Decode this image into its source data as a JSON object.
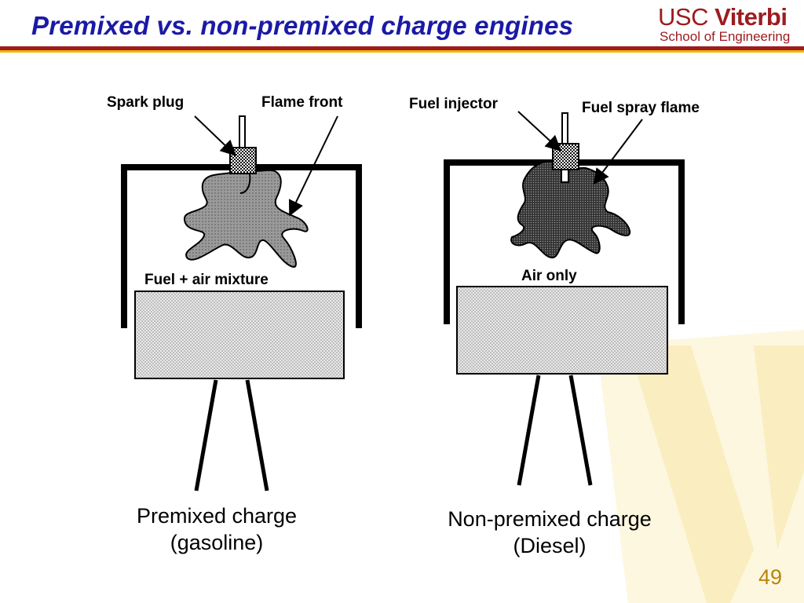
{
  "slide": {
    "title": "Premixed vs. non-premixed charge engines",
    "logo": {
      "university": "USC",
      "school_name": "Viterbi",
      "subtitle": "School of Engineering",
      "brand_color": "#9d1c20",
      "accent_color": "#f2b705"
    },
    "page_number": "49"
  },
  "diagram": {
    "left": {
      "labels": {
        "spark_plug": "Spark plug",
        "flame_front": "Flame front",
        "mixture": "Fuel + air mixture"
      },
      "caption_line1": "Premixed charge",
      "caption_line2": "(gasoline)"
    },
    "right": {
      "labels": {
        "fuel_injector": "Fuel injector",
        "fuel_spray_flame": "Fuel spray flame",
        "air_only": "Air only"
      },
      "caption_line1": "Non-premixed charge",
      "caption_line2": "(Diesel)"
    }
  }
}
